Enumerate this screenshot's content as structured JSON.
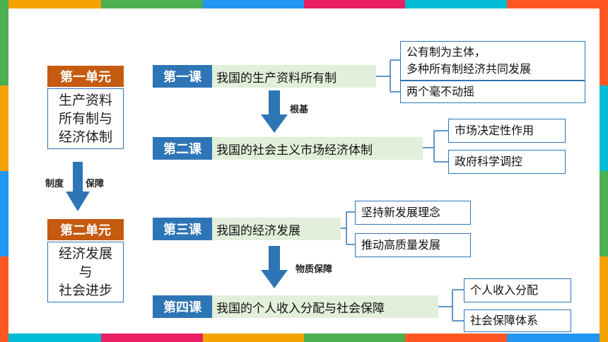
{
  "colors": {
    "unit_header": "#c55a11",
    "lesson_tag": "#2e75b6",
    "lesson_title_bg": "#e2efda",
    "box_border": "#2f75b5",
    "arrow": "#2e75b6",
    "frame_stripes": [
      "#f4a300",
      "#4caf50",
      "#2196f3",
      "#e91e63",
      "#00bcd4",
      "#ff5722"
    ]
  },
  "units": [
    {
      "header": "第一单元",
      "body_lines": [
        "生产资料",
        "所有制与",
        "经济体制"
      ]
    },
    {
      "header": "第二单元",
      "body_lines": [
        "经济发展",
        "与",
        "社会进步"
      ]
    }
  ],
  "unit_link": {
    "left": "制度",
    "right": "保障"
  },
  "lessons": [
    {
      "tag": "第一课",
      "title": "我国的生产资料所有制",
      "points": [
        [
          "公有制为主体，",
          "多种所有制经济共同发展"
        ],
        [
          "两个毫不动摇"
        ]
      ]
    },
    {
      "tag": "第二课",
      "title": "我国的社会主义市场经济体制",
      "points": [
        [
          "市场决定性作用"
        ],
        [
          "政府科学调控"
        ]
      ]
    },
    {
      "tag": "第三课",
      "title": "我国的经济发展",
      "points": [
        [
          "坚持新发展理念"
        ],
        [
          "推动高质量发展"
        ]
      ]
    },
    {
      "tag": "第四课",
      "title": "我国的个人收入分配与社会保障",
      "points": [
        [
          "个人收入分配"
        ],
        [
          "社会保障体系"
        ]
      ]
    }
  ],
  "lesson_links": [
    "根基",
    "物质保障"
  ]
}
